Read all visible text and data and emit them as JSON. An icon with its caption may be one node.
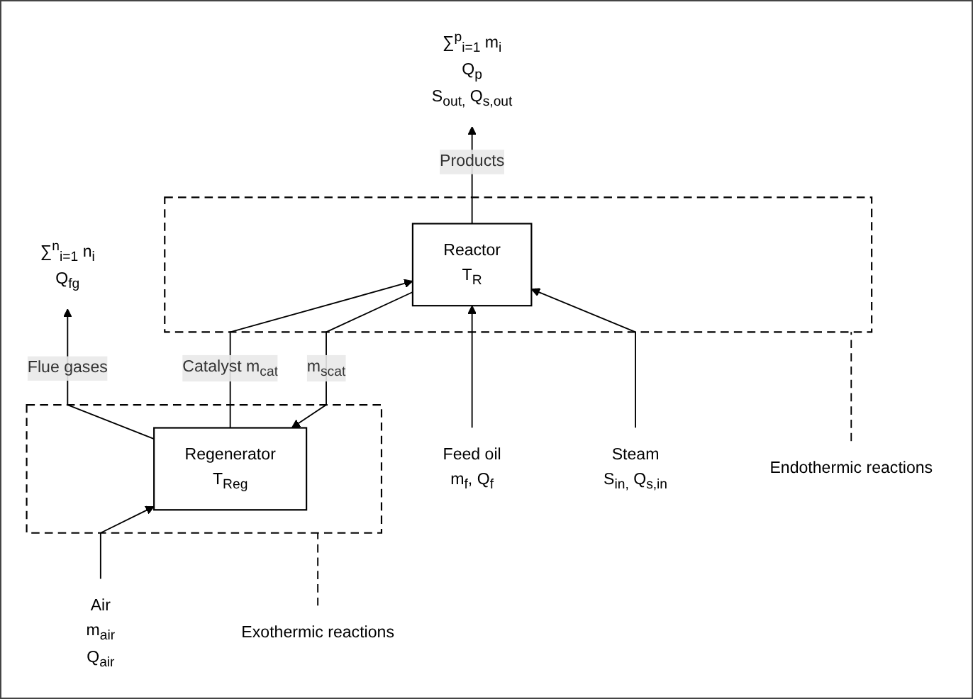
{
  "diagram": {
    "nodes": [
      {
        "text": [],
        "shape": "box"
      },
      {
        "text": [
          "Regenerator",
          "T$_{Reg}$"
        ],
        "in": 0
      },
      {
        "text": [],
        "shape": "box"
      },
      {
        "text": [
          "Reactor",
          "T$_{R}$"
        ],
        "in": 2
      },
      {
        "text": [
          "∑$^{n}$$_{i=1}$ n$_{i}$",
          "Q$_{fg}$"
        ]
      },
      {
        "text": [
          "∑$^{p}$$_{i=1}$ m$_{i}$",
          "Q$_{p}$",
          "S$_{out,}$ Q$_{s,out}$"
        ]
      },
      {
        "text": [
          "Air",
          "m$_{air}$",
          "Q$_{air}$"
        ]
      },
      {
        "text": [
          "Feed oil",
          "m$_{f}$, Q$_{f}$"
        ]
      },
      {
        "text": [
          "Steam",
          "S$_{in,}$ Q$_{s,in}$"
        ]
      },
      {
        "text": [
          "Exothermic reactions"
        ]
      },
      {
        "text": [
          "Endothermic reactions"
        ]
      }
    ],
    "edges": [
      {
        "from": 1,
        "to": 4,
        "arrow": "to",
        "label": "Flue gases"
      },
      {
        "from": 3,
        "to": 5,
        "arrow": "to",
        "label": "Products"
      },
      {
        "from": 3,
        "to": 1,
        "arrow": "to",
        "label": "m$_{scat}$"
      },
      {
        "from": 1,
        "to": 3,
        "arrow": "to",
        "label": "Catalyst m$_{cat}$"
      },
      {
        "from": 6,
        "to": 1,
        "arrow": "to"
      },
      {
        "from": 7,
        "to": 3,
        "arrow": "to"
      },
      {
        "from": 8,
        "to": 3,
        "arrow": "to"
      },
      {
        "from": 9,
        "to": 0,
        "arrow": "none",
        "style": "dashed"
      },
      {
        "from": 10,
        "to": 2,
        "arrow": "none",
        "style": "dashed"
      }
    ]
  }
}
